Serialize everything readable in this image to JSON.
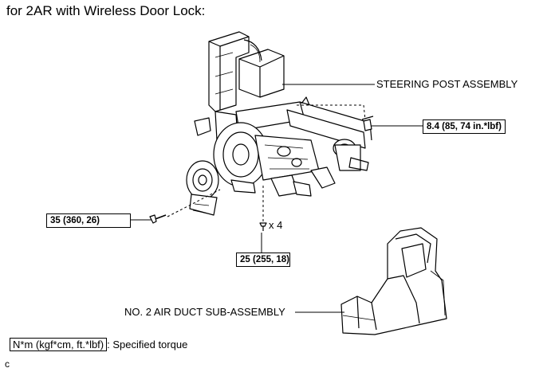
{
  "title": "for 2AR with Wireless Door Lock:",
  "parts": {
    "steering_post": "STEERING POST ASSEMBLY",
    "air_duct": "NO. 2 AIR DUCT SUB-ASSEMBLY"
  },
  "torques": {
    "upper_right": "8.4 (85, 74 in.*lbf)",
    "left_bolt": "35 (360, 26)",
    "bottom_bolts": "25 (255, 18)"
  },
  "quantity": "x 4",
  "legend": {
    "unit_box": "N*m (kgf*cm, ft.*lbf)",
    "description": ": Specified torque"
  },
  "corner_code": "c"
}
